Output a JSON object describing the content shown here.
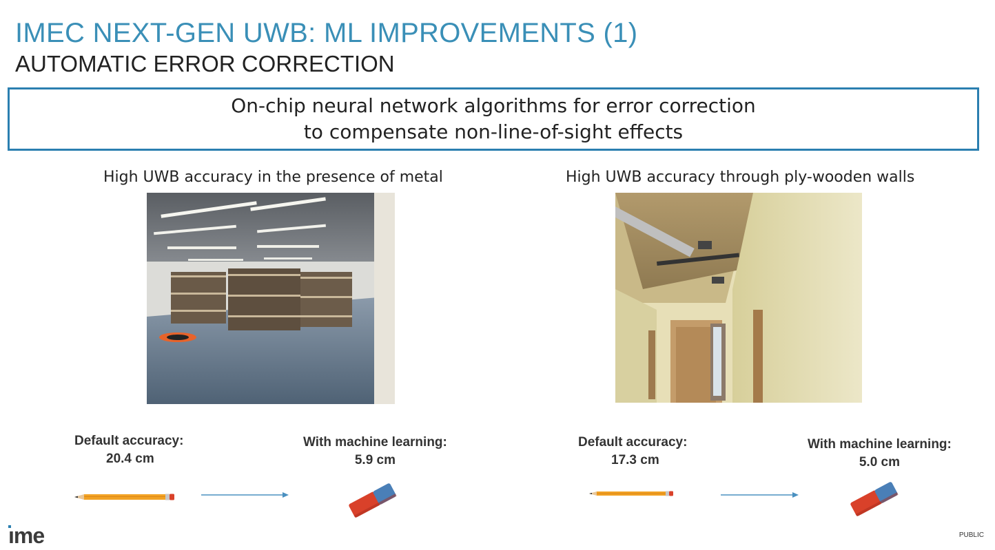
{
  "header": {
    "title": "IMEC NEXT-GEN UWB: ML IMPROVEMENTS (1)",
    "subtitle": "AUTOMATIC ERROR CORRECTION"
  },
  "banner": {
    "line1": "On-chip neural network algorithms for error correction",
    "line2": "to compensate non-line-of-sight effects"
  },
  "left": {
    "caption": "High UWB accuracy in the presence of metal",
    "default_label": "Default accuracy:",
    "default_value": "20.4 cm",
    "ml_label": "With machine learning:",
    "ml_value": "5.9 cm"
  },
  "right": {
    "caption": "High UWB accuracy through ply-wooden walls",
    "default_label": "Default accuracy:",
    "default_value": "17.3 cm",
    "ml_label": "With machine learning:",
    "ml_value": "5.0 cm"
  },
  "footer": {
    "logo_text": "ıme",
    "classification": "PUBLIC"
  },
  "colors": {
    "accent": "#3a8fb7",
    "border": "#2b7fb0",
    "pencil": "#f2a224",
    "eraser_red": "#d9412a",
    "eraser_blue": "#4a7fb7"
  }
}
